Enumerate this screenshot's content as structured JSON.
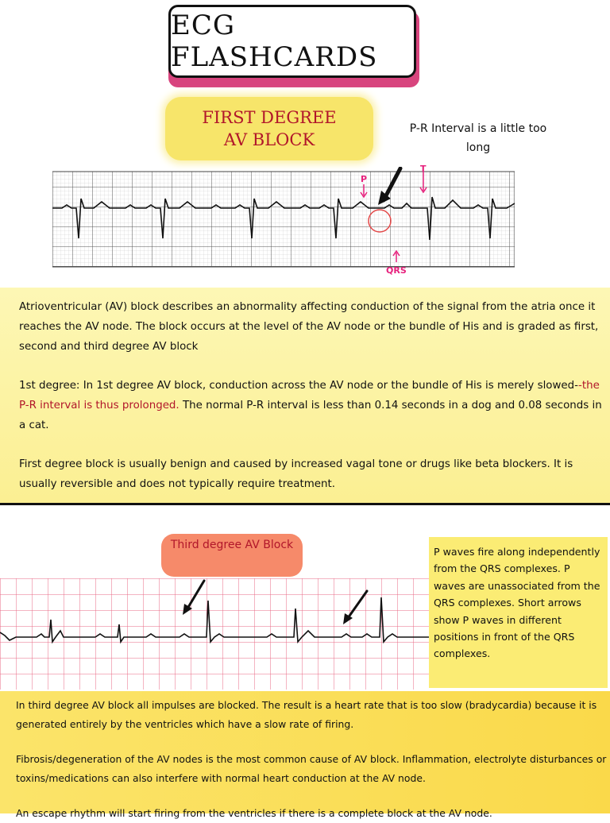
{
  "header": {
    "title": "ECG FLASHCARDS"
  },
  "card1": {
    "label": "FIRST DEGREE AV BLOCK",
    "annotation": "P-R Interval is a little too long",
    "markers": {
      "p": "P",
      "t": "T",
      "qrs": "QRS"
    },
    "paragraphs": {
      "intro": "Atrioventricular (AV) block describes an abnormality affecting conduction of the signal from the atria once it reaches the AV node. The block occurs at the level of the AV node or the bundle of His and is graded as first, second and third degree AV block",
      "degree_a": "1st degree: In 1st degree AV block, conduction across the AV node or the bundle of His is merely slowed-",
      "degree_red": "-the P-R interval is thus prolonged.",
      "degree_b": " The normal P-R interval is less than 0.14 seconds in a dog and 0.08 seconds in a cat.",
      "benign": "First degree block is usually benign and caused by increased vagal tone or drugs like beta blockers. It is usually reversible and does not typically require treatment."
    }
  },
  "card2": {
    "label": "Third degree AV Block",
    "side_note": "P waves fire along independently from the QRS complexes. P waves are unassociated from the QRS complexes. Short arrows show P waves in different positions in front of the QRS complexes.",
    "paragraphs": {
      "p1": "In third degree AV block all impulses are blocked. The result is a heart rate that is too slow (bradycardia) because it is generated entirely by the ventricles which have a slow rate of firing.",
      "p2": "Fibrosis/degeneration of the AV nodes is the most common cause of AV block. Inflammation, electrolyte disturbances or toxins/medications can also interfere with normal heart conduction at the AV node.",
      "p3": "An escape rhythm will start firing from the ventricles if there is a complete block at the AV node."
    }
  }
}
